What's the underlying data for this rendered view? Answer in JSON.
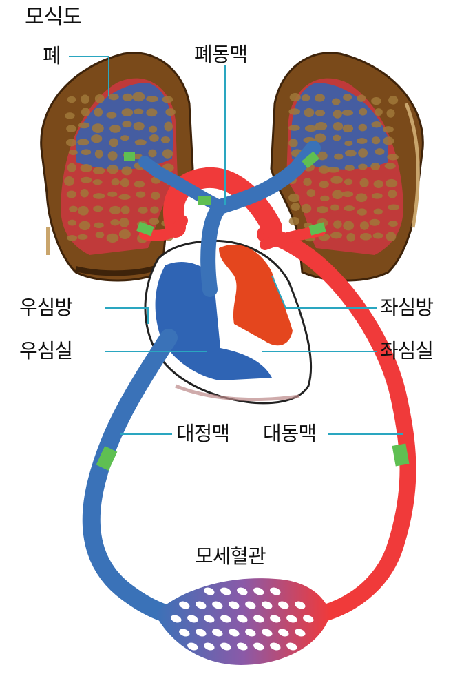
{
  "title": "모식도",
  "labels": {
    "lung": "폐",
    "pulmonary_artery": "폐동맥",
    "right_atrium": "우심방",
    "right_ventricle": "우심실",
    "left_atrium": "좌심방",
    "left_ventricle": "좌심실",
    "vena_cava": "대정맥",
    "aorta": "대동맥",
    "capillaries": "모세혈관"
  },
  "colors": {
    "artery_red": "#f03a3a",
    "vein_blue": "#3a72b8",
    "lung_brown": "#7a4a1a",
    "lung_dark": "#5a3410",
    "label_line": "#2aa6c0",
    "heart_left": "#e4461e",
    "heart_right": "#2f64b4",
    "exchange_green": "#5fbf52"
  }
}
